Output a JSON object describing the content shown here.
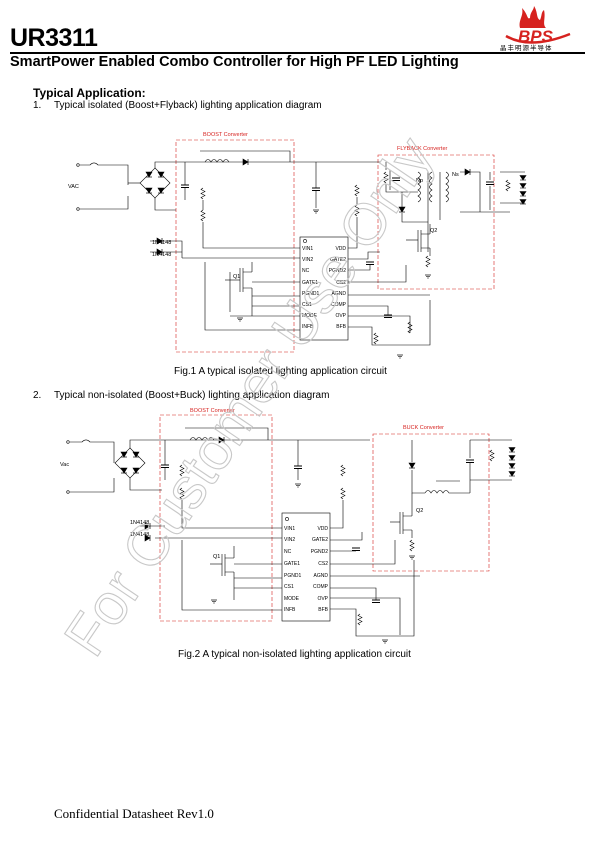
{
  "header": {
    "part_number": "UR3311",
    "subtitle": "SmartPower Enabled Combo Controller for High PF LED Lighting",
    "logo_text": "BPS",
    "logo_tagline": "晶丰明源半导体"
  },
  "section": {
    "heading": "Typical Application:",
    "items": [
      {
        "num": "1.",
        "text": "Typical isolated (Boost+Flyback) lighting application diagram"
      },
      {
        "num": "2.",
        "text": "Typical non-isolated (Boost+Buck) lighting application diagram"
      }
    ]
  },
  "fig1": {
    "caption": "Fig.1 A typical isolated lighting application circuit",
    "boost_label": "BOOST Converter",
    "flyback_label": "FLYBACK Converter",
    "vac": "VAC",
    "diode_top": "1N4148",
    "diode_bot": "1N4148",
    "q1": "Q1",
    "q2": "Q2",
    "np": "Np",
    "ns": "Ns",
    "pins_left": [
      "VIN1",
      "VIN2",
      "NC",
      "GATE1",
      "PGND1",
      "CS1",
      "MODE",
      "INFB"
    ],
    "pins_right": [
      "VDD",
      "GATE2",
      "PGND2",
      "CS2",
      "AGND",
      "COMP",
      "OVP",
      "BFB"
    ]
  },
  "fig2": {
    "caption": "Fig.2 A typical non-isolated lighting application circuit",
    "boost_label": "BOOST Converter",
    "buck_label": "BUCK Converter",
    "vac": "Vac",
    "diode_top": "1N4148",
    "diode_bot": "1N4148",
    "q1": "Q1",
    "q2": "Q2",
    "pins_left": [
      "VIN1",
      "VIN2",
      "NC",
      "GATE1",
      "PGND1",
      "CS1",
      "MODE",
      "INFB"
    ],
    "pins_right": [
      "VDD",
      "GATE2",
      "PGND2",
      "CS2",
      "AGND",
      "COMP",
      "OVP",
      "BFB"
    ]
  },
  "watermark": "For Customer Use Only",
  "footer": "Confidential Datasheet Rev1.0",
  "colors": {
    "accent_red": "#d6221f",
    "text": "#000000",
    "watermark": "#c8c8c8"
  }
}
